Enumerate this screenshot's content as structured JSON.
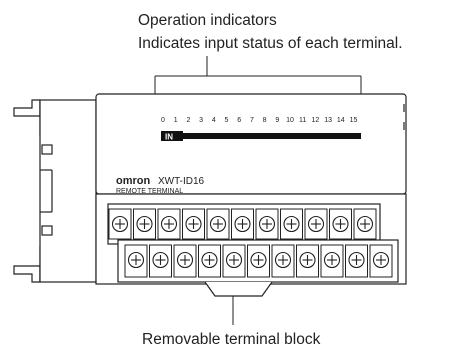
{
  "callouts": {
    "indicators_title": "Operation indicators",
    "indicators_desc": "Indicates input status of each terminal.",
    "terminal_block": "Removable terminal block"
  },
  "indicator_numbers": [
    "0",
    "1",
    "2",
    "3",
    "4",
    "5",
    "6",
    "7",
    "8",
    "9",
    "10",
    "11",
    "12",
    "13",
    "14",
    "15"
  ],
  "module": {
    "in_label": "IN",
    "brand": "omron",
    "model": "XWT-ID16",
    "subtitle": "REMOTE TERMINAL"
  },
  "upper_terminal_count": 11,
  "lower_terminal_count": 11,
  "colors": {
    "line": "#222222",
    "fill": "#ffffff",
    "bar": "#111111"
  }
}
